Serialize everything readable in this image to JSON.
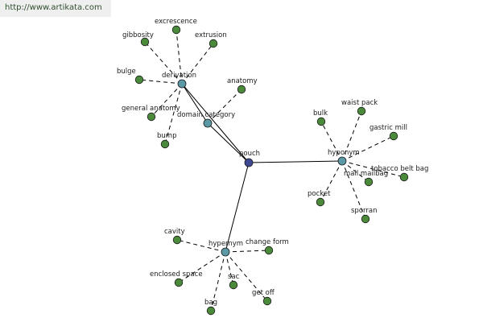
{
  "header": {
    "url": "http://www.artikata.com"
  },
  "graph": {
    "colors": {
      "center": "#3d4a93",
      "relation": "#5b9aa4",
      "leaf": "#4a8a3a"
    },
    "center": {
      "id": "pouch",
      "label": "pouch"
    },
    "relations": [
      {
        "id": "derivation",
        "label": "derivation"
      },
      {
        "id": "domain-category",
        "label": "domain category"
      },
      {
        "id": "hyponym",
        "label": "hyponym"
      },
      {
        "id": "hypernym",
        "label": "hypernym"
      }
    ],
    "leaves": [
      {
        "id": "excrescence",
        "label": "excrescence",
        "parent": "derivation"
      },
      {
        "id": "gibbosity",
        "label": "gibbosity",
        "parent": "derivation"
      },
      {
        "id": "extrusion",
        "label": "extrusion",
        "parent": "derivation"
      },
      {
        "id": "bulge",
        "label": "bulge",
        "parent": "derivation"
      },
      {
        "id": "general-anatomy",
        "label": "general anatomy",
        "parent": "derivation"
      },
      {
        "id": "bump",
        "label": "bump",
        "parent": "derivation"
      },
      {
        "id": "anatomy",
        "label": "anatomy",
        "parent": "domain-category"
      },
      {
        "id": "bulk",
        "label": "bulk",
        "parent": "hyponym"
      },
      {
        "id": "waist-pack",
        "label": "waist pack",
        "parent": "hyponym"
      },
      {
        "id": "gastric-mill",
        "label": "gastric mill",
        "parent": "hyponym"
      },
      {
        "id": "tobacco-belt-bag",
        "label": "tobacco belt bag",
        "parent": "hyponym"
      },
      {
        "id": "mail-mailbag",
        "label": "mail mailbag",
        "parent": "hyponym"
      },
      {
        "id": "pocket",
        "label": "pocket",
        "parent": "hyponym"
      },
      {
        "id": "sporran",
        "label": "sporran",
        "parent": "hyponym"
      },
      {
        "id": "cavity",
        "label": "cavity",
        "parent": "hypernym"
      },
      {
        "id": "change-form",
        "label": "change form",
        "parent": "hypernym"
      },
      {
        "id": "enclosed-space",
        "label": "enclosed space",
        "parent": "hypernym"
      },
      {
        "id": "sac",
        "label": "sac",
        "parent": "hypernym"
      },
      {
        "id": "get-off",
        "label": "get off",
        "parent": "hypernym"
      },
      {
        "id": "bag",
        "label": "bag",
        "parent": "hypernym"
      }
    ]
  }
}
